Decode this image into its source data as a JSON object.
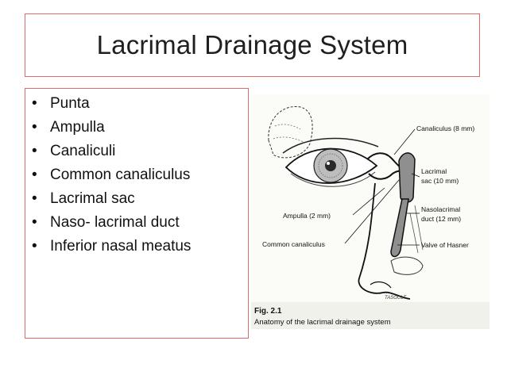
{
  "slide": {
    "title": "Lacrimal Drainage System",
    "bullets": [
      "Punta",
      "Ampulla",
      "Canaliculi",
      "Common canaliculus",
      "Lacrimal sac",
      "Naso- lacrimal duct",
      "Inferior nasal meatus"
    ],
    "bullet_glyph": "•"
  },
  "figure": {
    "labels": {
      "canaliculus": "Canaliculus (8 mm)",
      "lacrimal_sac_line1": "Lacrimal",
      "lacrimal_sac_line2": "sac (10 mm)",
      "nasolacrimal_line1": "Nasolacrimal",
      "nasolacrimal_line2": "duct (12 mm)",
      "ampulla": "Ampulla (2 mm)",
      "common_canaliculus": "Common canaliculus",
      "valve": "Valve of Hasner"
    },
    "signature": "TASGOLT",
    "caption_fig": "Fig. 2.1",
    "caption_text": "Anatomy of the lacrimal drainage system"
  },
  "colors": {
    "frame_border": "#e06a6a",
    "text": "#111111"
  }
}
